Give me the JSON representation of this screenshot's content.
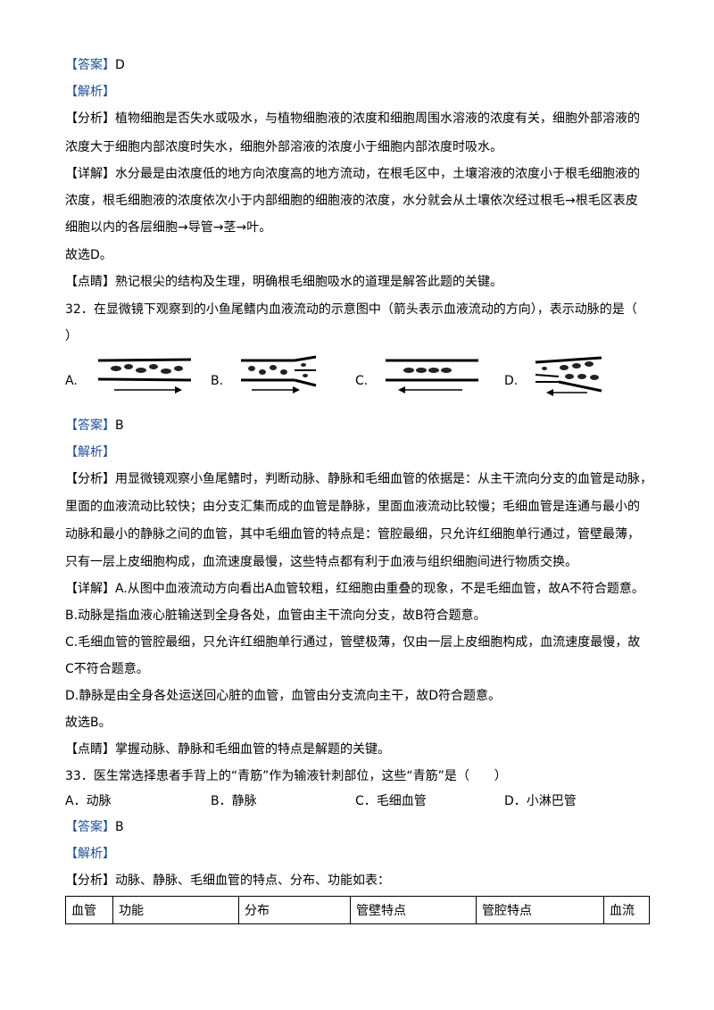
{
  "q31": {
    "answer_tag": "【答案】",
    "answer": "D",
    "analysis_tag": "【解析】",
    "fenxi_line1": "【分析】植物细胞是否失水或吸水，与植物细胞液的浓度和细胞周围水溶液的浓度有关，细胞外部溶液的",
    "fenxi_line2": "浓度大于细胞内部浓度时失水，细胞外部溶液的浓度小于细胞内部浓度时吸水。",
    "xiangjie_line1": "【详解】水分最是由浓度低的地方向浓度高的地方流动，在根毛区中，土壤溶液的浓度小于根毛细胞液的",
    "xiangjie_line2": "浓度，根毛细胞液的浓度依次小于内部细胞的细胞液的浓度，水分就会从土壤依次经过根毛→根毛区表皮",
    "xiangjie_line3": "细胞以内的各层细胞→导管→茎→叶。",
    "choose": "故选D。",
    "dianjing": "【点睛】熟记根尖的结构及生理，明确根毛细胞吸水的道理是解答此题的关键。"
  },
  "q32": {
    "stem_line1": "32．在显微镜下观察到的小鱼尾鳍内血液流动的示意图中（箭头表示血液流动的方向），表示动脉的是（",
    "stem_line2": "）",
    "options": [
      {
        "label": "A."
      },
      {
        "label": "B."
      },
      {
        "label": "C."
      },
      {
        "label": "D."
      }
    ],
    "answer_tag": "【答案】",
    "answer": "B",
    "analysis_tag": "【解析】",
    "fenxi_line1": "【分析】用显微镜观察小鱼尾鳍时，判断动脉、静脉和毛细血管的依据是：从主干流向分支的血管是动脉，",
    "fenxi_line2": "里面的血液流动比较快；由分支汇集而成的血管是静脉，里面血液流动比较慢；毛细血管是连通与最小的",
    "fenxi_line3": "动脉和最小的静脉之间的血管，其中毛细血管的特点是：管腔最细，只允许红细胞单行通过，管壁最薄，",
    "fenxi_line4": "只有一层上皮细胞构成，血流速度最慢，这些特点都有利于血液与组织细胞间进行物质交换。",
    "xiangjie_line1": "【详解】A.从图中血液流动方向看出A血管较粗，红细胞由重叠的现象，不是毛细血管，故A不符合题意。",
    "xiangjie_line2": "B.动脉是指血液心脏输送到全身各处，血管由主干流向分支，故B符合题意。",
    "xiangjie_line3": "C.毛细血管的管腔最细，只允许红细胞单行通过，管壁极薄，仅由一层上皮细胞构成，血流速度最慢，故",
    "xiangjie_line4": "C不符合题意。",
    "xiangjie_line5": "D.静脉是由全身各处运送回心脏的血管，血管由分支流向主干，故D符合题意。",
    "choose": "故选B。",
    "dianjing": "【点睛】掌握动脉、静脉和毛细血管的特点是解题的关键。"
  },
  "q33": {
    "stem": "33．医生常选择患者手背上的“青筋”作为输液针刺部位，这些“青筋”是（　　）",
    "options": [
      "A．动脉",
      "B．静脉",
      "C．毛细血管",
      "D．小淋巴管"
    ],
    "answer_tag": "【答案】",
    "answer": "B",
    "analysis_tag": "【解析】",
    "fenxi": "【分析】动脉、静脉、毛细血管的特点、分布、功能如表：",
    "table_headers": [
      "血管",
      "功能",
      "分布",
      "管壁特点",
      "管腔特点",
      "血流"
    ]
  }
}
